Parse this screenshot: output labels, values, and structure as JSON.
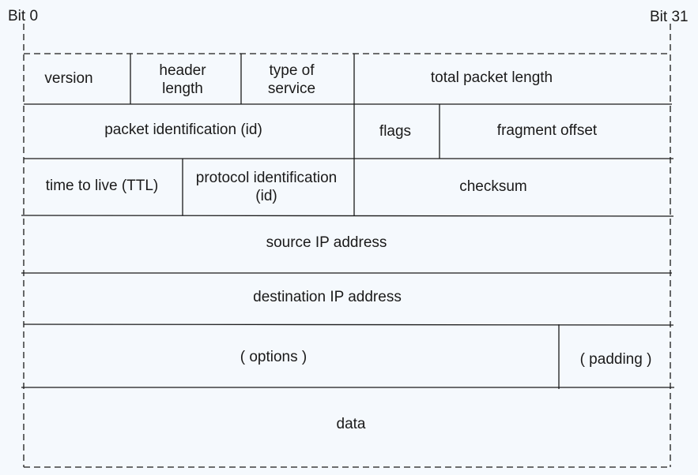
{
  "bit_labels": {
    "start": "Bit 0",
    "end": "Bit 31"
  },
  "fields": {
    "version": "version",
    "header_length": [
      "header",
      "length"
    ],
    "type_of_service": [
      "type of",
      "service"
    ],
    "total_packet_length": "total packet length",
    "packet_identification": "packet identification (id)",
    "flags": "flags",
    "fragment_offset": "fragment offset",
    "time_to_live": "time to live (TTL)",
    "protocol_identification": [
      "protocol identification",
      "(id)"
    ],
    "checksum": "checksum",
    "source_ip": "source IP address",
    "destination_ip": "destination IP address",
    "options": "( options )",
    "padding": "( padding )",
    "data": "data"
  },
  "colors": {
    "background": "#f5f9fd",
    "line": "#1a1a1a"
  }
}
